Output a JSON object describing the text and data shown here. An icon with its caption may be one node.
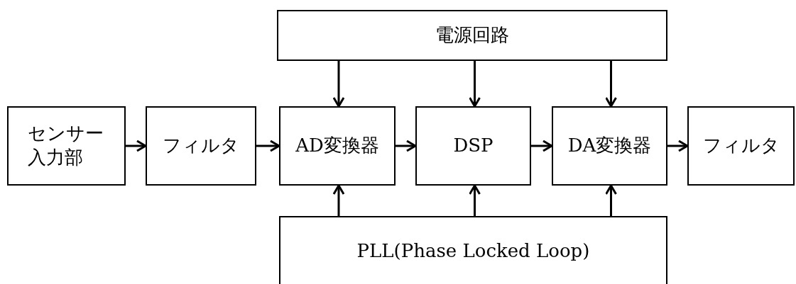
{
  "diagram": {
    "nodes": [
      {
        "text": [
          "電源回路"
        ]
      },
      {
        "text": [
          "センサー入力部"
        ]
      },
      {
        "text": [
          "フィルタ"
        ]
      },
      {
        "text": [
          "AD変換器"
        ]
      },
      {
        "text": [
          "DSP"
        ]
      },
      {
        "text": [
          "DA変換器"
        ]
      },
      {
        "text": [
          "フィルタ"
        ]
      },
      {
        "text": [
          "PLL(Phase Locked Loop)"
        ]
      }
    ],
    "edges": [
      {
        "from": 1,
        "to": 2,
        "arrow": "to"
      },
      {
        "from": 2,
        "to": 3,
        "arrow": "to"
      },
      {
        "from": 3,
        "to": 4,
        "arrow": "to"
      },
      {
        "from": 4,
        "to": 5,
        "arrow": "to"
      },
      {
        "from": 5,
        "to": 6,
        "arrow": "to"
      },
      {
        "from": 0,
        "to": 3,
        "arrow": "to"
      },
      {
        "from": 0,
        "to": 4,
        "arrow": "to"
      },
      {
        "from": 0,
        "to": 5,
        "arrow": "to"
      },
      {
        "from": 7,
        "to": 3,
        "arrow": "to"
      },
      {
        "from": 7,
        "to": 4,
        "arrow": "to"
      },
      {
        "from": 7,
        "to": 5,
        "arrow": "to"
      }
    ]
  }
}
